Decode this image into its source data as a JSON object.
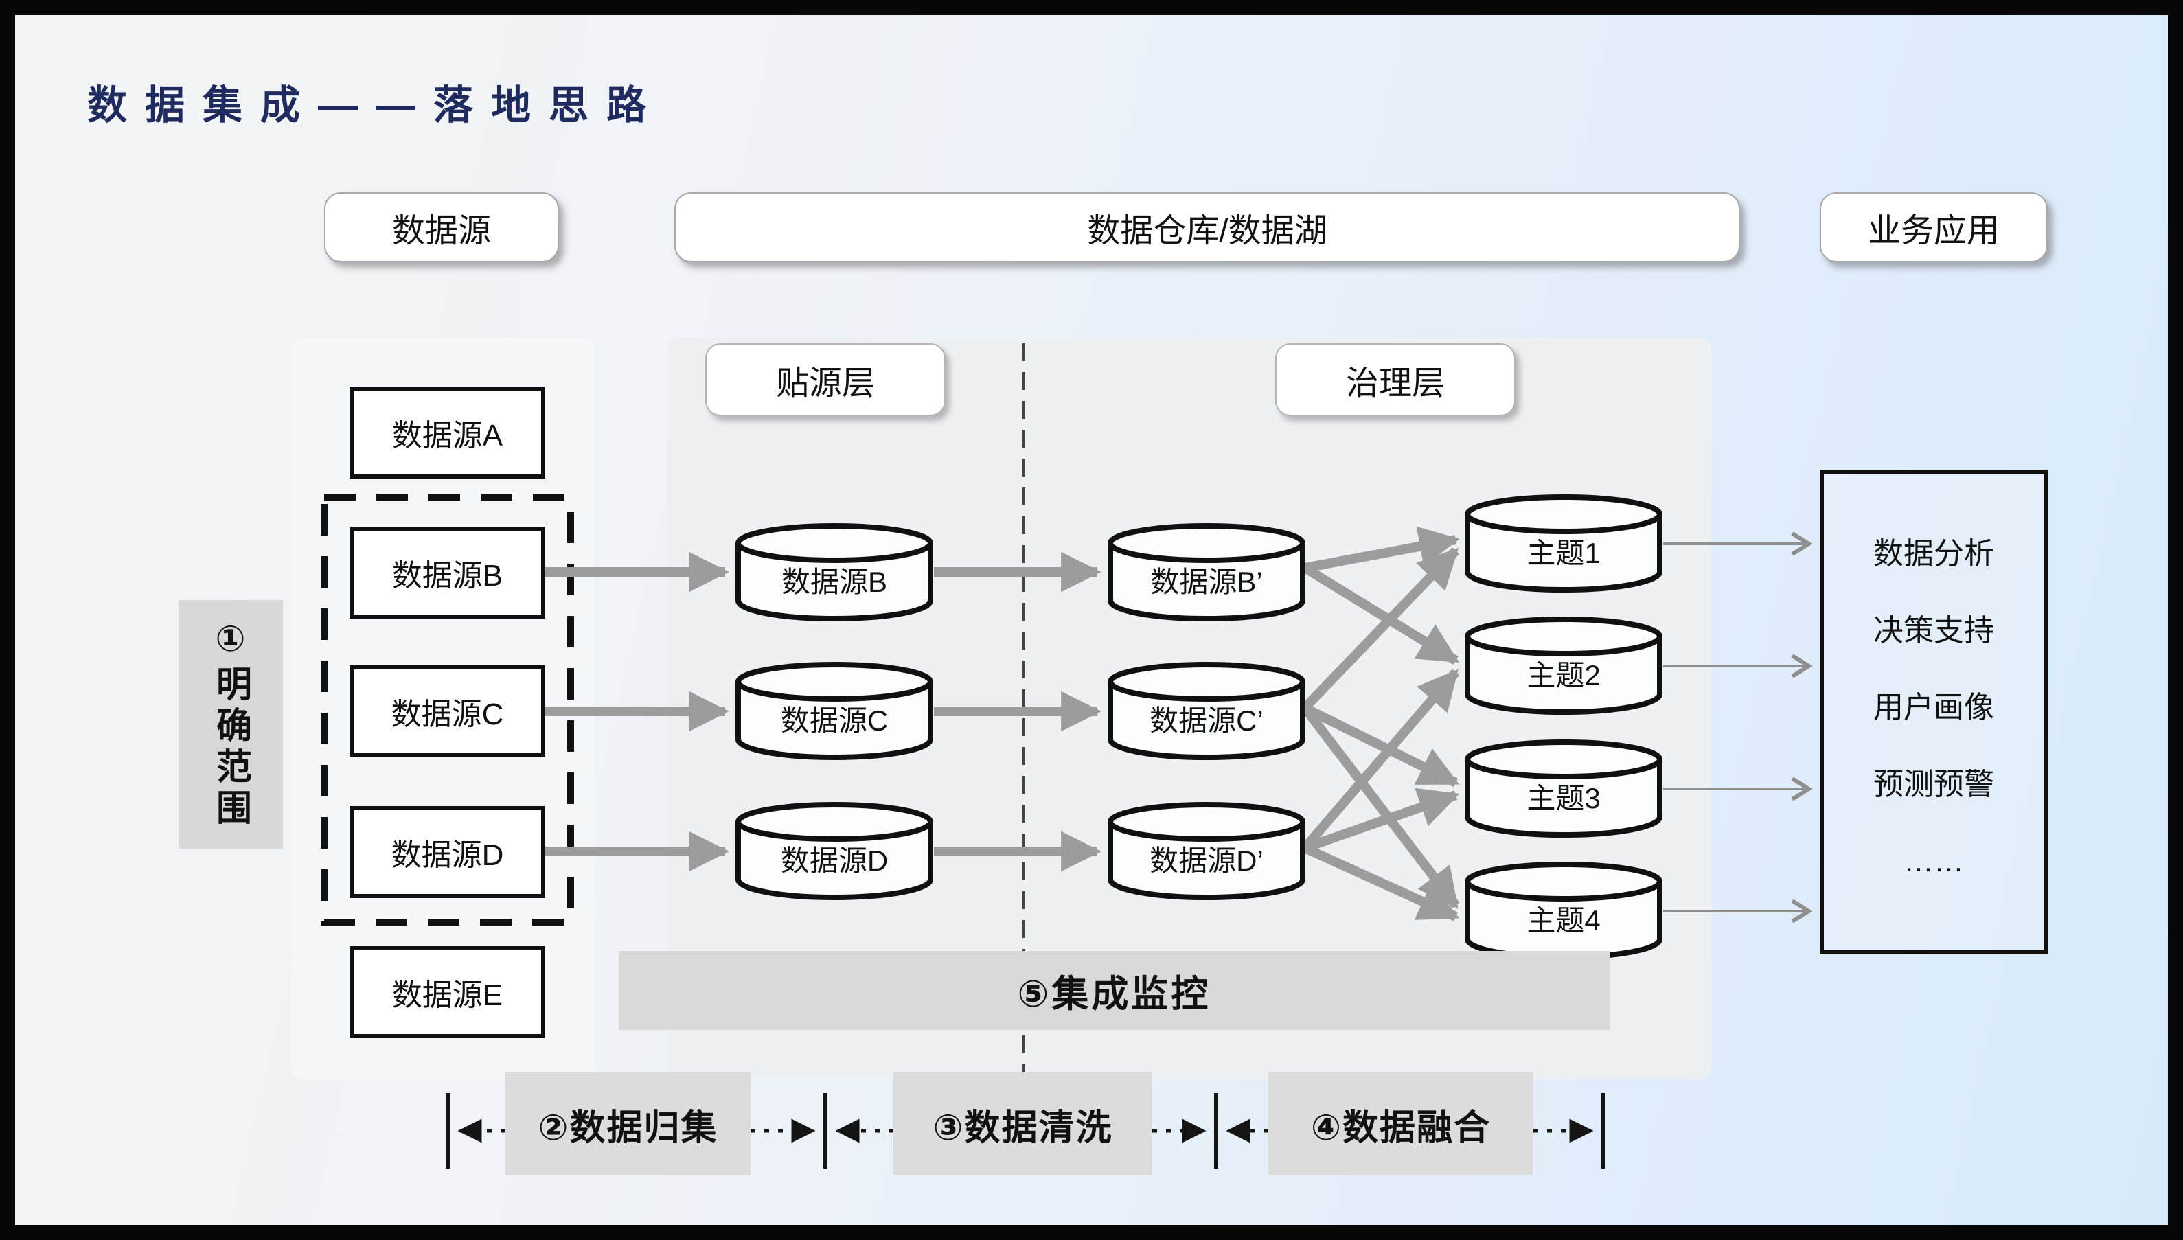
{
  "title": "数据集成——落地思路",
  "header": {
    "source": "数据源",
    "warehouse": "数据仓库/数据湖",
    "business": "业务应用"
  },
  "scope": {
    "label": "①明确范围"
  },
  "sources": {
    "a": "数据源A",
    "b": "数据源B",
    "c": "数据源C",
    "d": "数据源D",
    "e": "数据源E"
  },
  "staging": {
    "title": "贴源层",
    "b": "数据源B",
    "c": "数据源C",
    "d": "数据源D"
  },
  "governance": {
    "title": "治理层",
    "b": "数据源B’",
    "c": "数据源C’",
    "d": "数据源D’",
    "topics": [
      "主题1",
      "主题2",
      "主题3",
      "主题4"
    ]
  },
  "business": {
    "items": [
      "数据分析",
      "决策支持",
      "用户画像",
      "预测预警",
      "……"
    ]
  },
  "monitor": {
    "label": "⑤集成监控"
  },
  "phases": {
    "collect": "②数据归集",
    "clean": "③数据清洗",
    "fuse": "④数据融合"
  },
  "colors": {
    "title_navy": "#1f2a5e",
    "thick_arrow_gray": "#9c9c9c",
    "thin_arrow_gray": "#8f8f8f",
    "panel_gray": "#d9d9d9",
    "node_border_black": "#101010"
  }
}
